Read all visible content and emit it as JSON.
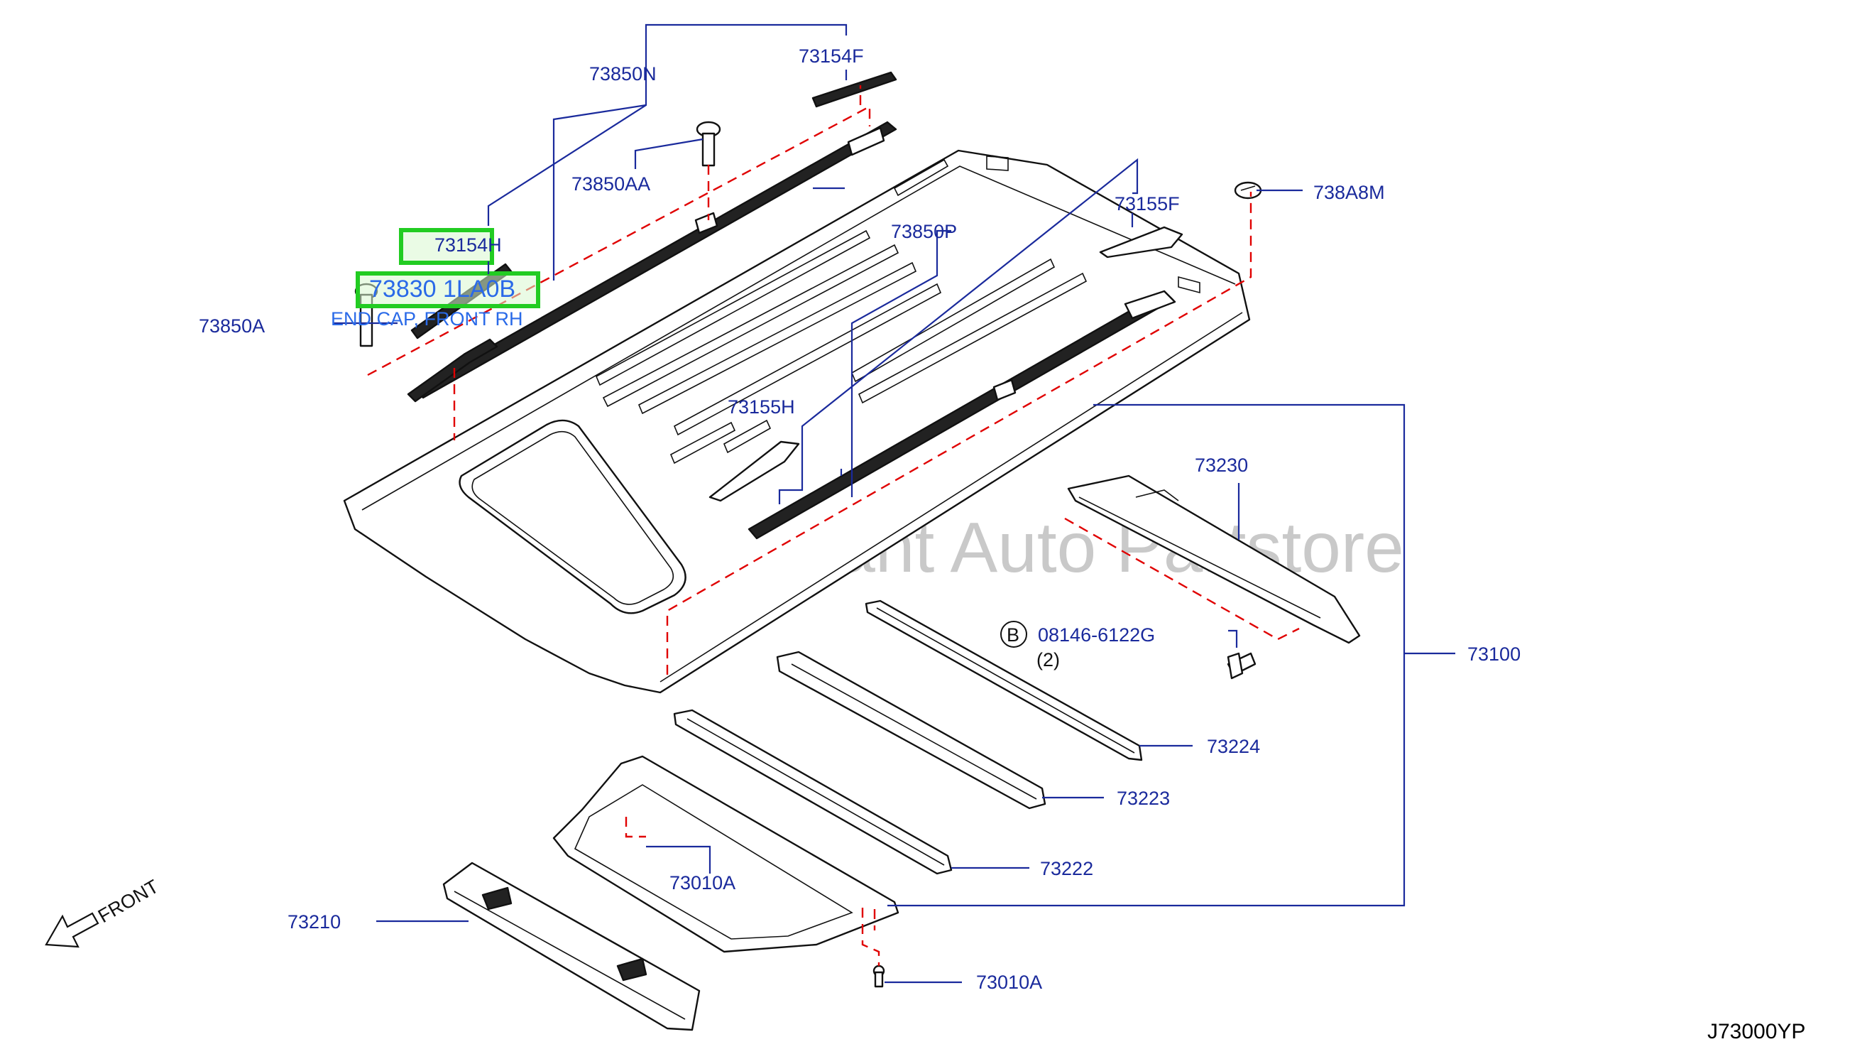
{
  "watermark": "Multi-Merchant Auto Partstore",
  "diagram_code": "J73000YP",
  "front_label": "FRONT",
  "highlight": {
    "part_number": "73830 1LA0B",
    "description": "END CAP, FRONT RH"
  },
  "callouts": {
    "c73850N": "73850N",
    "c73154F": "73154F",
    "c73850AA": "73850AA",
    "c73154H": "73154H",
    "c73850A": "73850A",
    "c738A8M": "738A8M",
    "c73155F": "73155F",
    "c73850P": "73850P",
    "c73155H": "73155H",
    "c73230": "73230",
    "c73100": "73100",
    "c08146": "08146-6122G",
    "c08146_qty": "(2)",
    "c08146_badge": "B",
    "c73224": "73224",
    "c73223": "73223",
    "c73222": "73222",
    "c73010A_1": "73010A",
    "c73010A_2": "73010A",
    "c73210": "73210"
  }
}
